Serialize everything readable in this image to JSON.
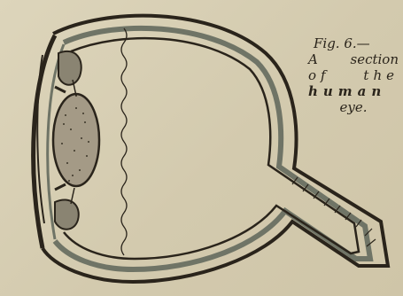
{
  "caption": {
    "fig": "Fig. 6.—",
    "line2": "A section",
    "line3": "of the",
    "line4": "human",
    "line5": "eye."
  },
  "colors": {
    "paper": "#d8cfb4",
    "ink": "#2a241b",
    "sclera_gray": "#6f7466",
    "lens_fill": "#a49a86"
  }
}
